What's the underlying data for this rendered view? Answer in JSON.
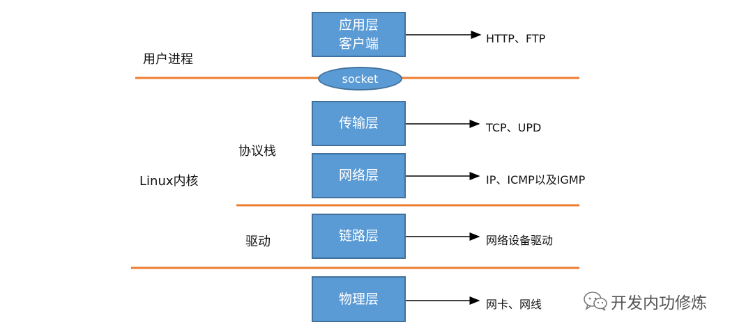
{
  "layers": [
    {
      "id": "application",
      "lines": [
        "应用层",
        "客户端"
      ]
    },
    {
      "id": "transport",
      "lines": [
        "传输层"
      ]
    },
    {
      "id": "network",
      "lines": [
        "网络层"
      ]
    },
    {
      "id": "link",
      "lines": [
        "链路层"
      ]
    },
    {
      "id": "physical",
      "lines": [
        "物理层"
      ]
    }
  ],
  "protocols": {
    "application": "HTTP、FTP",
    "transport": "TCP、UPD",
    "network": "IP、ICMP以及IGMP",
    "link": "网络设备驱动",
    "physical": "网卡、网线"
  },
  "socket_label": "socket",
  "side_labels": {
    "user_process": "用户进程",
    "protocol_stack": "协议栈",
    "linux_kernel": "Linux内核",
    "driver": "驱动"
  },
  "watermark": "开发内功修炼",
  "colors": {
    "box_fill": "#5b9bd5",
    "box_border": "#41719c",
    "divider": "#ed7d31",
    "text": "#111111"
  }
}
